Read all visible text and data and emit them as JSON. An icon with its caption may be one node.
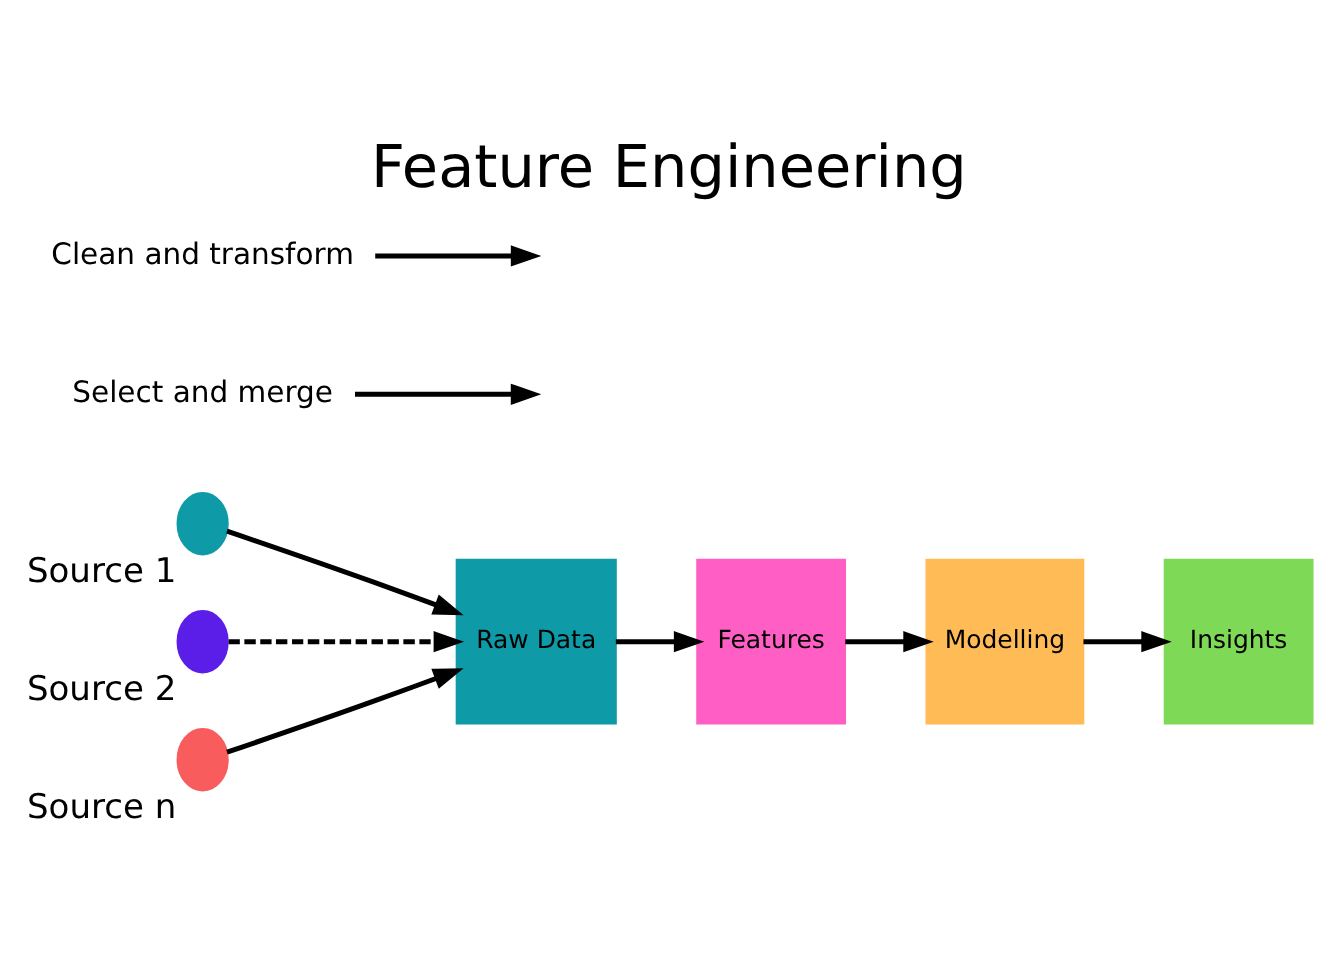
{
  "diagram": {
    "title": "Feature Engineering",
    "nodes": [
      {
        "text": [],
        "shape": "circle",
        "beside": [
          "Source 1"
        ]
      },
      {
        "text": [],
        "shape": "circle",
        "beside": [
          "Source 2"
        ]
      },
      {
        "text": [],
        "shape": "circle",
        "beside": [
          "Source n"
        ]
      },
      {
        "text": [
          "Raw Data"
        ]
      },
      {
        "text": [
          "Features"
        ]
      },
      {
        "text": [
          "Modelling"
        ]
      },
      {
        "text": [
          "Insights"
        ]
      },
      {
        "text": [
          "Select and merge"
        ]
      },
      {
        "text": [
          "Clean and transform"
        ]
      }
    ],
    "edges": [
      {
        "from": 0,
        "to": 3,
        "arrow": "to"
      },
      {
        "from": 1,
        "to": 3,
        "arrow": "to",
        "style": "dashed"
      },
      {
        "from": 2,
        "to": 3,
        "arrow": "to"
      },
      {
        "from": 3,
        "to": 4,
        "arrow": "to"
      },
      {
        "from": 4,
        "to": 5,
        "arrow": "to"
      },
      {
        "from": 5,
        "to": 6,
        "arrow": "to"
      },
      {
        "from": 7,
        "to": null,
        "arrow": "to"
      },
      {
        "from": 8,
        "to": null,
        "arrow": "to"
      }
    ]
  }
}
